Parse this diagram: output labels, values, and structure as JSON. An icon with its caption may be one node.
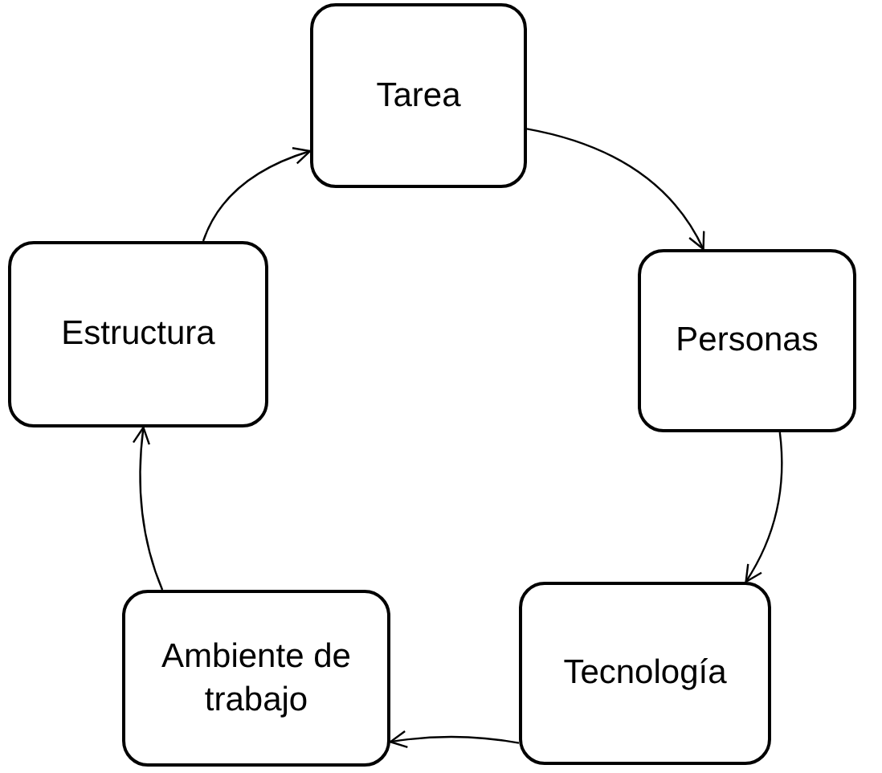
{
  "diagram": {
    "nodes": [
      {
        "text": [
          "Tarea"
        ]
      },
      {
        "text": [
          "Personas"
        ]
      },
      {
        "text": [
          "Tecnología"
        ]
      },
      {
        "text": [
          "Ambiente de trabajo"
        ]
      },
      {
        "text": [
          "Estructura"
        ]
      }
    ],
    "edges": [
      {
        "from": 0,
        "to": 1,
        "arrow": "to"
      },
      {
        "from": 1,
        "to": 2,
        "arrow": "to"
      },
      {
        "from": 2,
        "to": 3,
        "arrow": "to"
      },
      {
        "from": 3,
        "to": 4,
        "arrow": "to"
      },
      {
        "from": 4,
        "to": 0,
        "arrow": "to"
      }
    ]
  }
}
